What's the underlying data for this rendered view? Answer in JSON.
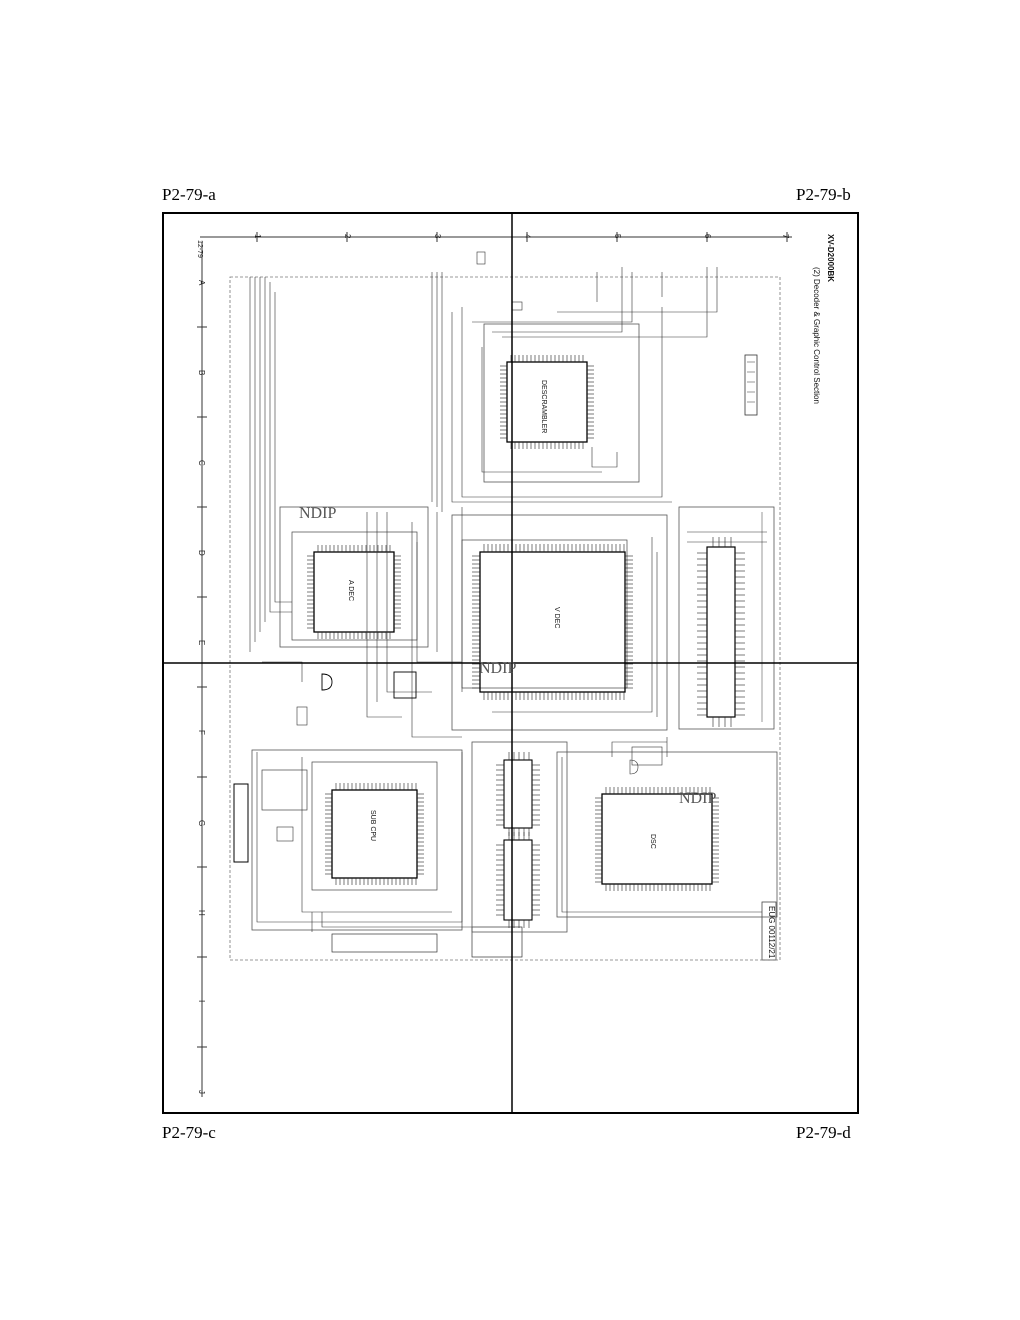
{
  "page_labels": {
    "top_left": "P2-79-a",
    "top_right": "P2-79-b",
    "bottom_left": "P2-79-c",
    "bottom_right": "P2-79-d"
  },
  "schematic": {
    "model": "XV-D2000BK",
    "section_title": "(2) Decoder & Graphic Control Section",
    "page_ref": "12-79",
    "column_numbers": [
      "1",
      "2",
      "3",
      "4",
      "5",
      "6",
      "7"
    ],
    "row_letters": [
      "A",
      "B",
      "C",
      "D",
      "E",
      "F",
      "G",
      "H",
      "I",
      "J"
    ],
    "chips": {
      "descrambler": "DESCRAMBLER",
      "audio_decoder": "A DEC",
      "video_decoder": "V DEC",
      "sub_cpu": "SUB CPU",
      "dsc": "DSC"
    },
    "watermarks": [
      "NDIP",
      "NDIP",
      "NDIP"
    ],
    "footer_code": "EUG 00112/21"
  }
}
